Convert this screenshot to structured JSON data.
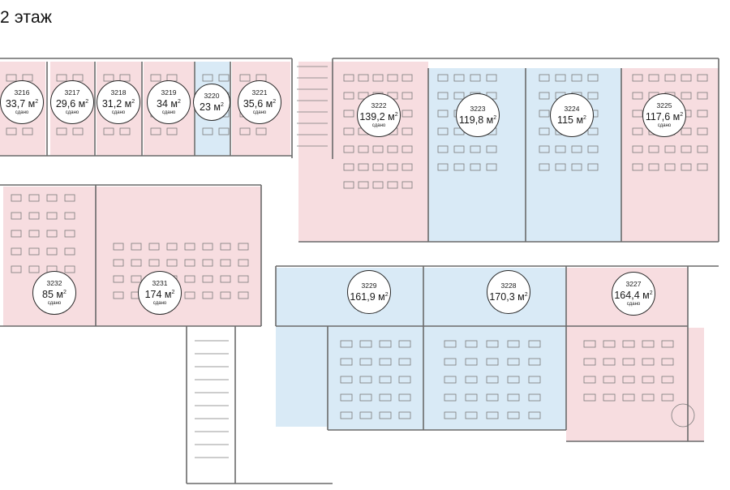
{
  "title": "2 этаж",
  "colors": {
    "rented": "#f7dde0",
    "available": "#d9eaf6",
    "wall": "#6a6a6a",
    "furniture": "#777777"
  },
  "units": [
    {
      "id": "3216",
      "number": "3216",
      "area": "33,7 м",
      "sup": "2",
      "status": "сдано",
      "state": "rented"
    },
    {
      "id": "3217",
      "number": "3217",
      "area": "29,6 м",
      "sup": "2",
      "status": "сдано",
      "state": "rented"
    },
    {
      "id": "3218",
      "number": "3218",
      "area": "31,2 м",
      "sup": "2",
      "status": "сдано",
      "state": "rented"
    },
    {
      "id": "3219",
      "number": "3219",
      "area": "34 м",
      "sup": "2",
      "status": "сдано",
      "state": "rented"
    },
    {
      "id": "3220",
      "number": "3220",
      "area": "23 м",
      "sup": "2",
      "status": "",
      "state": "available"
    },
    {
      "id": "3221",
      "number": "3221",
      "area": "35,6 м",
      "sup": "2",
      "status": "сдано",
      "state": "rented"
    },
    {
      "id": "3222",
      "number": "3222",
      "area": "139,2 м",
      "sup": "2",
      "status": "сдано",
      "state": "rented"
    },
    {
      "id": "3223",
      "number": "3223",
      "area": "119,8 м",
      "sup": "2",
      "status": "",
      "state": "available"
    },
    {
      "id": "3224",
      "number": "3224",
      "area": "115 м",
      "sup": "2",
      "status": "",
      "state": "available"
    },
    {
      "id": "3225",
      "number": "3225",
      "area": "117,6 м",
      "sup": "2",
      "status": "сдано",
      "state": "rented"
    },
    {
      "id": "3232",
      "number": "3232",
      "area": "85 м",
      "sup": "2",
      "status": "сдано",
      "state": "rented"
    },
    {
      "id": "3231",
      "number": "3231",
      "area": "174 м",
      "sup": "2",
      "status": "сдано",
      "state": "rented"
    },
    {
      "id": "3229",
      "number": "3229",
      "area": "161,9 м",
      "sup": "2",
      "status": "",
      "state": "available"
    },
    {
      "id": "3228",
      "number": "3228",
      "area": "170,3 м",
      "sup": "2",
      "status": "",
      "state": "available"
    },
    {
      "id": "3227",
      "number": "3227",
      "area": "164,4 м",
      "sup": "2",
      "status": "сдано",
      "state": "rented"
    }
  ]
}
